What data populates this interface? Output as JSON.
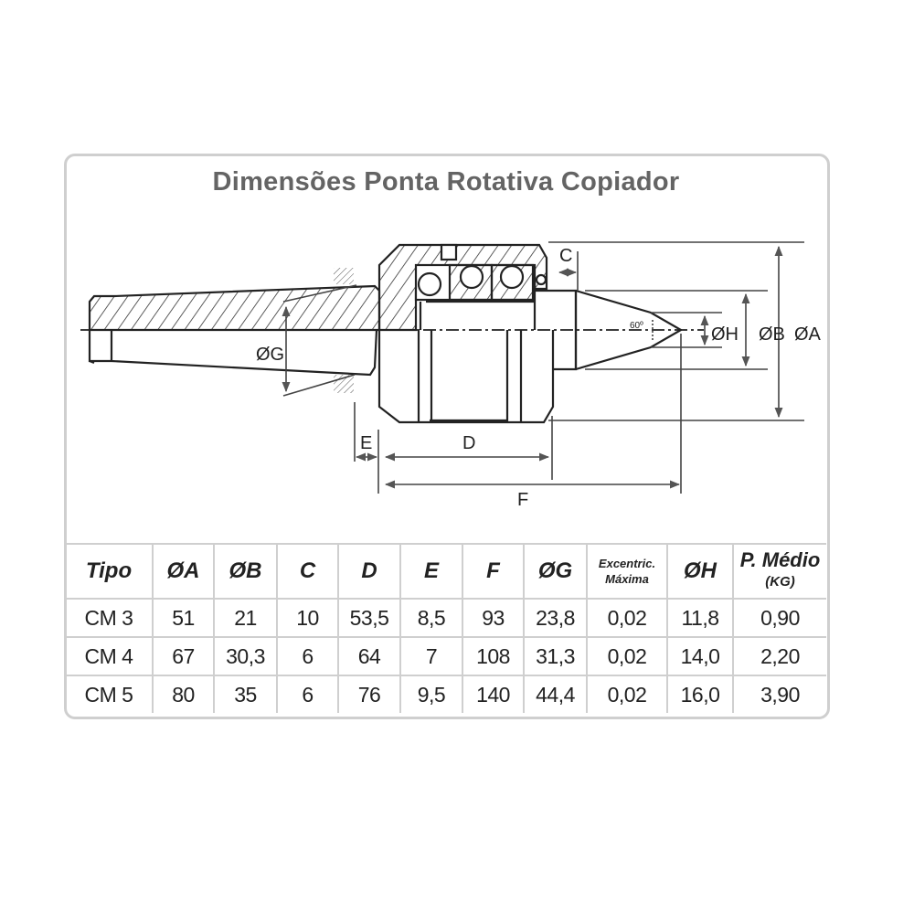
{
  "title": "Dimensões Ponta Rotativa Copiador",
  "diagram": {
    "labels": {
      "A": "ØA",
      "B": "ØB",
      "C": "C",
      "D": "D",
      "E": "E",
      "F": "F",
      "G": "ØG",
      "H": "ØH",
      "angle": "60º"
    }
  },
  "table": {
    "headers": [
      "Tipo",
      "ØA",
      "ØB",
      "C",
      "D",
      "E",
      "F",
      "ØG",
      "Excentric.",
      "ØH",
      "P. Médio"
    ],
    "header_sub": {
      "excentric": "Máxima",
      "peso": "(KG)"
    },
    "rows": [
      [
        "CM 3",
        "51",
        "21",
        "10",
        "53,5",
        "8,5",
        "93",
        "23,8",
        "0,02",
        "11,8",
        "0,90"
      ],
      [
        "CM 4",
        "67",
        "30,3",
        "6",
        "64",
        "7",
        "108",
        "31,3",
        "0,02",
        "14,0",
        "2,20"
      ],
      [
        "CM 5",
        "80",
        "35",
        "6",
        "76",
        "9,5",
        "140",
        "44,4",
        "0,02",
        "16,0",
        "3,90"
      ]
    ]
  }
}
